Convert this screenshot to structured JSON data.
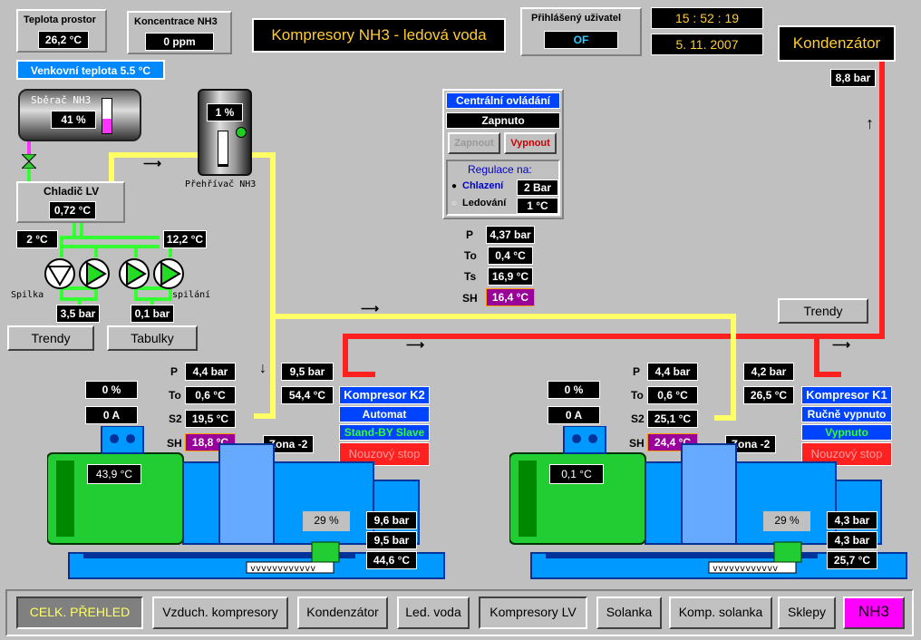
{
  "header": {
    "teplota_label": "Teplota prostor",
    "teplota_value": "26,2 °C",
    "koncentrace_label": "Koncentrace NH3",
    "koncentrace_value": "0 ppm",
    "title": "Kompresory NH3 - ledová voda",
    "user_label": "Přihlášený uživatel",
    "user_value": "OF",
    "time": "15 : 52 : 19",
    "date": "5. 11. 2007",
    "kondenzator_title": "Kondenzátor",
    "kondenzator_pressure": "8,8 bar",
    "venkovni": "Venkovní teplota 5.5 °C"
  },
  "left": {
    "sberac_label": "Sběrač NH3",
    "sberac_value": "41 %",
    "prehrivac_label": "Přehřívač NH3",
    "prehrivac_value": "1 %",
    "chladic_label": "Chladič LV",
    "chladic_value": "0,72 °C",
    "t_left": "2 °C",
    "t_right": "12,2 °C",
    "spilka": "Spilka",
    "spilani": "spilání",
    "p_left": "3,5 bar",
    "p_right": "0,1 bar",
    "trendy": "Trendy",
    "tabulky": "Tabulky"
  },
  "central": {
    "title": "Centrální ovládání",
    "status": "Zapnuto",
    "btn_on": "Zapnout",
    "btn_off": "Vypnout",
    "regulace": "Regulace na:",
    "chlazeni": "Chlazení",
    "chlazeni_val": "2 Bar",
    "ledovani": "Ledování",
    "ledovani_val": "1 °C",
    "p_lbl": "P",
    "p_val": "4,37 bar",
    "to_lbl": "To",
    "to_val": "0,4 °C",
    "ts_lbl": "Ts",
    "ts_val": "16,9 °C",
    "sh_lbl": "SH",
    "sh_val": "16,4 °C"
  },
  "right_trendy": "Trendy",
  "k2": {
    "p_lbl": "P",
    "p_val": "4,4 bar",
    "to_lbl": "To",
    "to_val": "0,6 °C",
    "s2_lbl": "S2",
    "s2_val": "19,5 °C",
    "sh_lbl": "SH",
    "sh_val": "18,8 °C",
    "pct": "0 %",
    "amp": "0 A",
    "dis_p": "9,5 bar",
    "dis_t": "54,4 °C",
    "title": "Kompresor K2",
    "mode": "Automat",
    "state": "Stand-BY Slave",
    "stop": "Nouzový stop",
    "zona": "Zona -2",
    "motor_t": "43,9 °C",
    "load": "29 %",
    "oil1": "9,6 bar",
    "oil2": "9,5 bar",
    "oil_t": "44,6 °C"
  },
  "k1": {
    "p_lbl": "P",
    "p_val": "4,4 bar",
    "to_lbl": "To",
    "to_val": "0,6 °C",
    "s2_lbl": "S2",
    "s2_val": "25,1 °C",
    "sh_lbl": "SH",
    "sh_val": "24,4 °C",
    "pct": "0 %",
    "amp": "0 A",
    "dis_p": "4,2 bar",
    "dis_t": "26,5 °C",
    "title": "Kompresor K1",
    "mode": "Ručně vypnuto",
    "state": "Vypnuto",
    "stop": "Nouzový stop",
    "zona": "Zona -2",
    "motor_t": "0,1 °C",
    "load": "29 %",
    "oil1": "4,3 bar",
    "oil2": "4,3 bar",
    "oil_t": "25,7 °C"
  },
  "tabs": [
    "CELK. PŘEHLED",
    "Vzduch. kompresory",
    "Kondenzátor",
    "Led. voda",
    "Kompresory LV",
    "Solanka",
    "Komp. solanka",
    "Sklepy",
    "NH3"
  ]
}
